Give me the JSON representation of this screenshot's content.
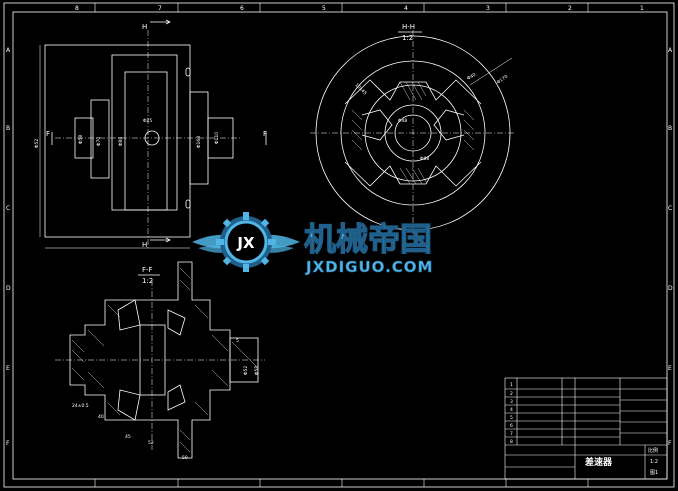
{
  "colors": {
    "background": "#000000",
    "lines": "#ffffff",
    "watermark_blue": "#4fb6e6",
    "watermark_dark": "#1f5f8a"
  },
  "border": {
    "top_numbers": [
      "8",
      "7",
      "6",
      "5",
      "4",
      "3",
      "2",
      "1"
    ],
    "side_letters": [
      "A",
      "B",
      "C",
      "D",
      "E",
      "F"
    ]
  },
  "views": {
    "front": {
      "section_mark_top": "H",
      "section_mark_bottom": "H",
      "side_mark_left": "F",
      "side_mark_right": "F"
    },
    "section_hh": {
      "title": "H-H",
      "scale": "1:2"
    },
    "section_ff": {
      "title": "F-F",
      "scale": "1:2"
    }
  },
  "dimensions": {
    "front": [
      "Φ52",
      "Φ58",
      "Φ70",
      "Φ88",
      "Φ168",
      "Φ110",
      "Φ25",
      "Φ45"
    ],
    "hh": [
      "10x45",
      "Φ40",
      "Φ170",
      "Φ48",
      "Φ88"
    ],
    "ff": [
      "5",
      "24±0.5",
      "40",
      "45",
      "52",
      "50",
      "Φ52",
      "Φ58"
    ]
  },
  "watermark": {
    "logo_letters": "JX",
    "title": "机械帝国",
    "url": "JXDIGUO.COM"
  },
  "title_block": {
    "rows": [
      [
        "1",
        "",
        "",
        ""
      ],
      [
        "2",
        "",
        "",
        ""
      ],
      [
        "3",
        "",
        "",
        ""
      ],
      [
        "4",
        "",
        "",
        ""
      ],
      [
        "5",
        "",
        "",
        ""
      ],
      [
        "6",
        "",
        "",
        ""
      ],
      [
        "7",
        "",
        "",
        ""
      ],
      [
        "8",
        "",
        "",
        ""
      ]
    ],
    "drawing_name": "差速器",
    "scale_label": "比例",
    "scale_value": "1:2",
    "sheet_label": "图1"
  }
}
